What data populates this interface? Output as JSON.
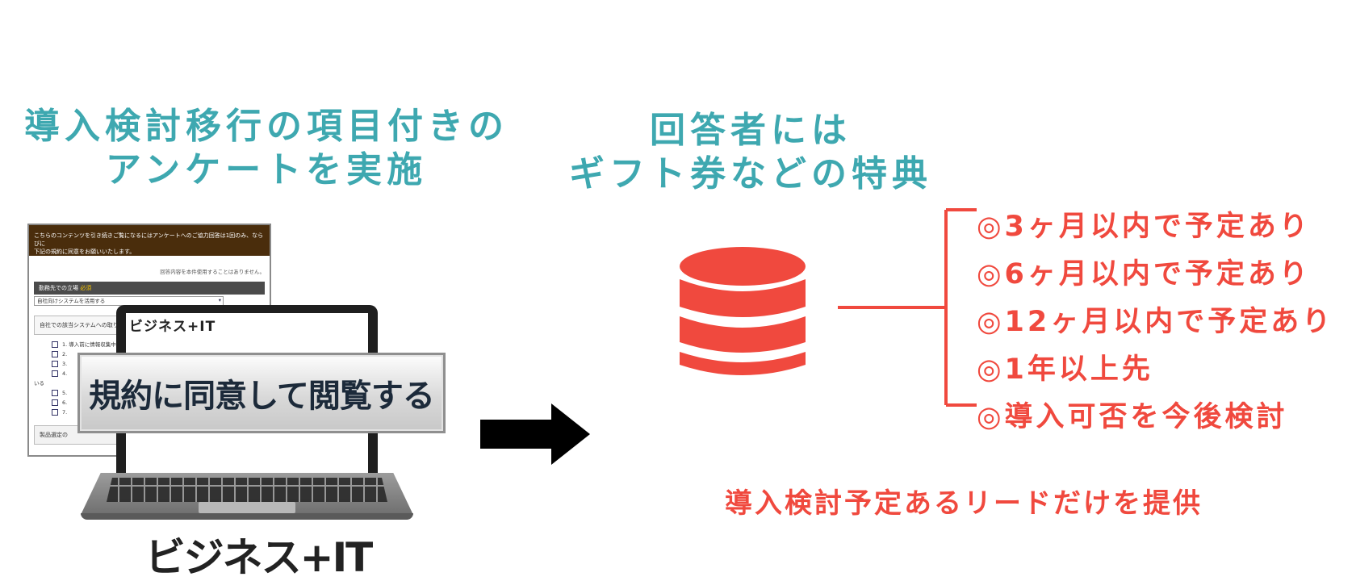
{
  "colors": {
    "teal": "#3ea8b0",
    "red": "#f0493e"
  },
  "left_heading": [
    "導入検討移行の項目付きの",
    "アンケートを実施"
  ],
  "middle_heading": [
    "回答者には",
    "ギフト券などの特典"
  ],
  "survey": {
    "banner": [
      "こちらのコンテンツを引き続きご覧になるにはアンケートへのご協力回答は1回のみ、ならびに",
      "下記の規約に同意をお願いいたします。"
    ],
    "note": "回答内容を本件使用することはありません。",
    "section1_label": "勤務先での立場",
    "section1_required": "必須",
    "select_value": "自社向けシステムを活用する",
    "question_label": "自社での該当システムへの取り",
    "options": [
      "1. 導入前に情報収集中",
      "2.",
      "3.",
      "4.",
      "いる",
      "5.",
      "6.",
      "7."
    ],
    "question2_label": "製品選定の"
  },
  "laptop_brand": "ビジネス+IT",
  "agree_button": "規約に同意して閲覧する",
  "brand_logo": "ビジネス+IT",
  "icons": {
    "arrow": "arrow-right-icon",
    "database": "database-icon"
  },
  "options": [
    "◎3ヶ月以内で予定あり",
    "◎6ヶ月以内で予定あり",
    "◎12ヶ月以内で予定あり",
    "◎1年以上先",
    "◎導入可否を今後検討"
  ],
  "footer": "導入検討予定あるリードだけを提供"
}
